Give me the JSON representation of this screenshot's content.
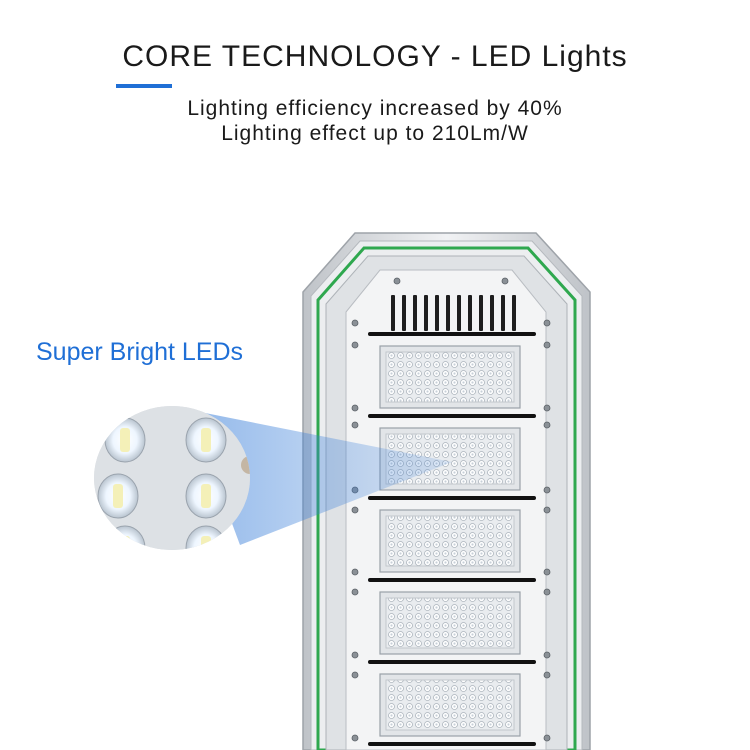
{
  "header": {
    "title": "CORE TECHNOLOGY - LED Lights",
    "accent_color": "#1f6fd6"
  },
  "features": {
    "line1": "Lighting efficiency increased by 40%",
    "line2": "Lighting effect up to 210Lm/W"
  },
  "callout": {
    "label": "Super Bright LEDs",
    "color": "#1f6fd6"
  },
  "product": {
    "name": "led-street-light-fixture",
    "frame_color": "#c9cdd2",
    "gasket_color": "#2fa84f",
    "module_count_visible": 5
  }
}
